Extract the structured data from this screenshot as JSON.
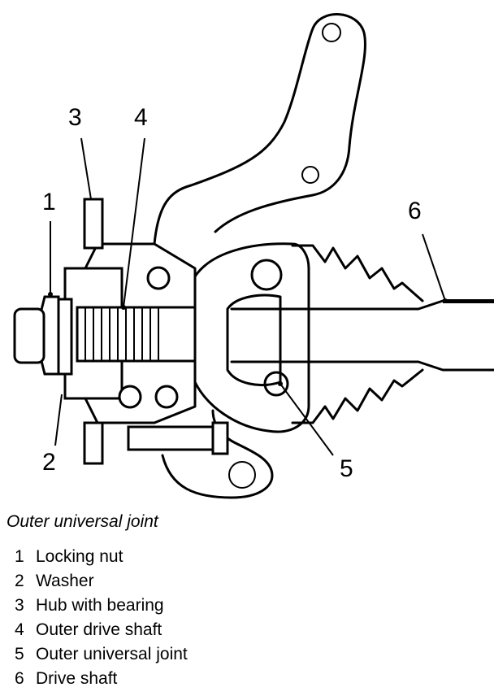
{
  "diagram": {
    "callouts": [
      "1",
      "2",
      "3",
      "4",
      "5",
      "6"
    ]
  },
  "caption": "Outer universal joint",
  "legend": [
    {
      "num": "1",
      "label": "Locking nut"
    },
    {
      "num": "2",
      "label": "Washer"
    },
    {
      "num": "3",
      "label": "Hub with bearing"
    },
    {
      "num": "4",
      "label": "Outer drive shaft"
    },
    {
      "num": "5",
      "label": "Outer universal joint"
    },
    {
      "num": "6",
      "label": "Drive shaft"
    }
  ]
}
